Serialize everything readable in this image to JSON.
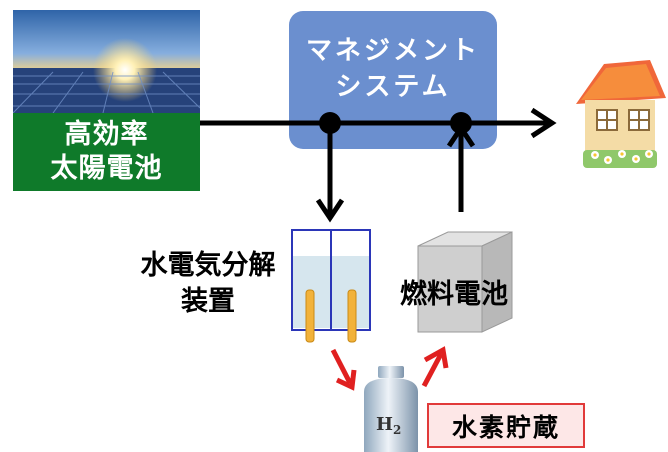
{
  "solar_cell": {
    "line1": "高効率",
    "line2": "太陽電池"
  },
  "management_system": {
    "line1": "マネジメント",
    "line2": "システム"
  },
  "electrolyzer": {
    "line1": "水電気分解",
    "line2": "装置"
  },
  "fuel_cell": {
    "label": "燃料電池"
  },
  "hydrogen_tank": {
    "formula": "H",
    "subscript": "2"
  },
  "hydrogen_storage": {
    "label": "水素貯蔵"
  },
  "colors": {
    "solar_green": "#0f7a2a",
    "management_blue": "#6b8fcf",
    "storage_red": "#e13a3a",
    "flow_red": "#e02020"
  }
}
